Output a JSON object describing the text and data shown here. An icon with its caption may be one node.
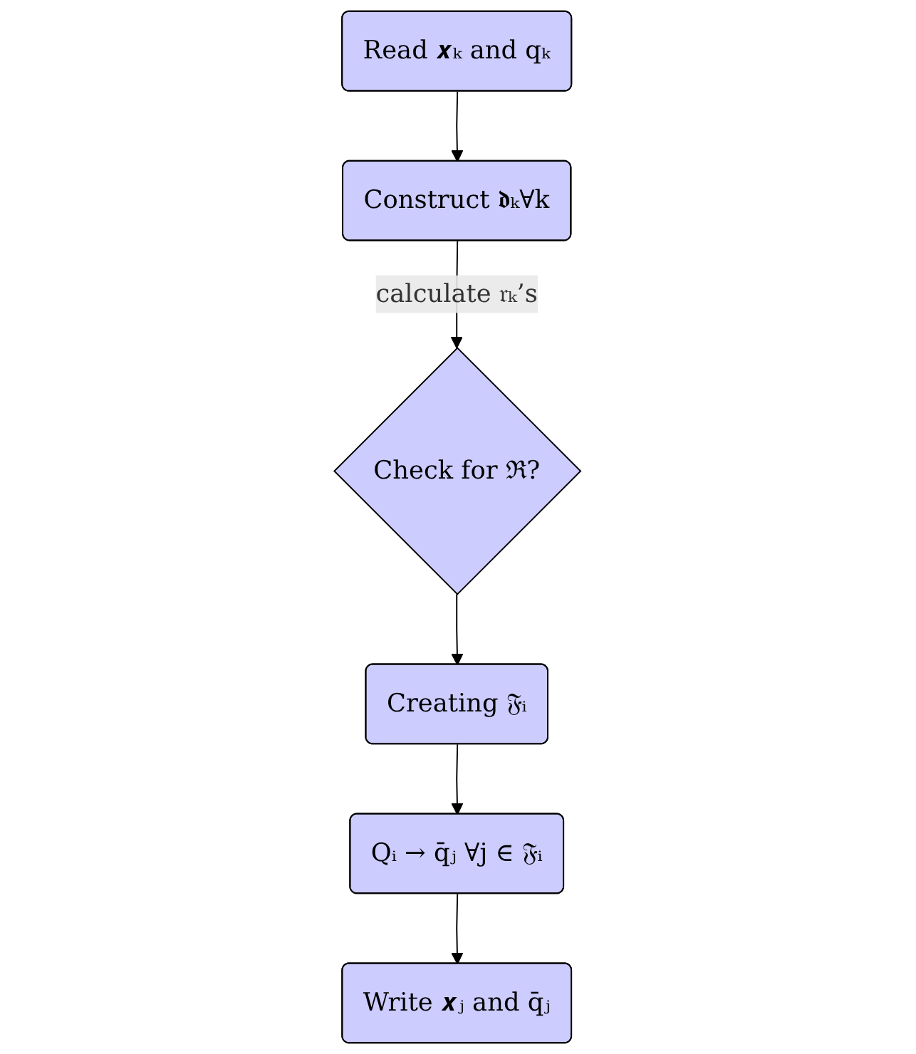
{
  "diagram": {
    "nodes": [
      {
        "text": [
          "Read 𝒙ₖ and qₖ"
        ]
      },
      {
        "text": [
          "Construct 𝖉ₖ∀k"
        ]
      },
      {
        "text": [
          "Check for ℜ?"
        ]
      },
      {
        "text": [
          "Creating 𝔉ᵢ"
        ]
      },
      {
        "text": [
          "Qᵢ → q̄ⱼ ∀j ∈ 𝔉ᵢ"
        ]
      },
      {
        "text": [
          "Write 𝒙ⱼ and q̄ⱼ"
        ]
      }
    ],
    "edges": [
      {
        "from": 0,
        "to": 1,
        "arrow": "to"
      },
      {
        "from": 1,
        "to": 2,
        "label": "calculate 𝔯ₖ’s",
        "arrow": "to"
      },
      {
        "from": 2,
        "to": 3,
        "arrow": "to"
      },
      {
        "from": 3,
        "to": 4,
        "arrow": "to"
      },
      {
        "from": 4,
        "to": 5,
        "arrow": "to"
      }
    ]
  }
}
